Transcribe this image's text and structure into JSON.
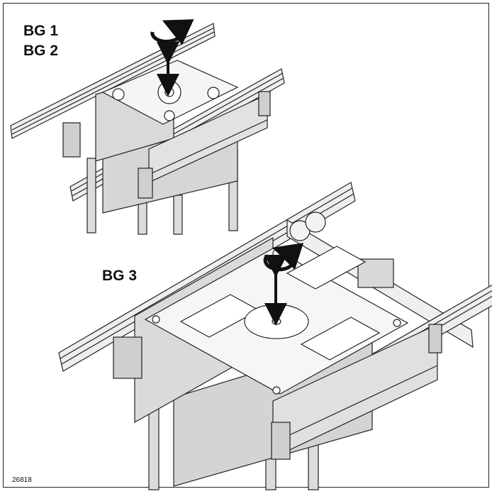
{
  "labels": {
    "bg1": "BG 1",
    "bg2": "BG 2",
    "bg3": "BG 3"
  },
  "figure_number": "26818",
  "colors": {
    "line": "#222222",
    "panel": "#e0e0e0",
    "panel_dark": "#c4c4c4",
    "plate": "#f4f4f4",
    "arrow": "#111111"
  },
  "icons": [
    "rotate-arrow-icon",
    "vertical-double-arrow-icon"
  ]
}
